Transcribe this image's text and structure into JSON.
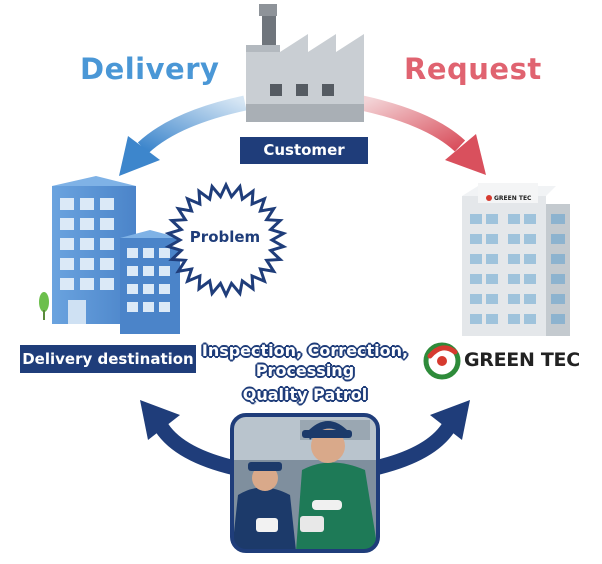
{
  "diagram": {
    "delivery_label": "Delivery",
    "request_label": "Request",
    "customer_label": "Customer",
    "problem_label": "Problem",
    "destination_label": "Delivery destination",
    "service_lines": [
      "Inspection, Correction,",
      "Processing",
      "Quality Patrol"
    ],
    "brand_name": "GREEN TEC",
    "building_sign": "GREEN TEC"
  },
  "colors": {
    "navy": "#1f3d7a",
    "delivery_blue": "#4a97d6",
    "request_red": "#e06370",
    "brand_green": "#2e8b3a",
    "brand_red": "#d63a2f"
  },
  "icons": [
    "factory-icon",
    "office-buildings-icon",
    "starburst-icon",
    "green-tec-building-icon",
    "green-tec-logo-icon",
    "inspection-workers-photo"
  ]
}
